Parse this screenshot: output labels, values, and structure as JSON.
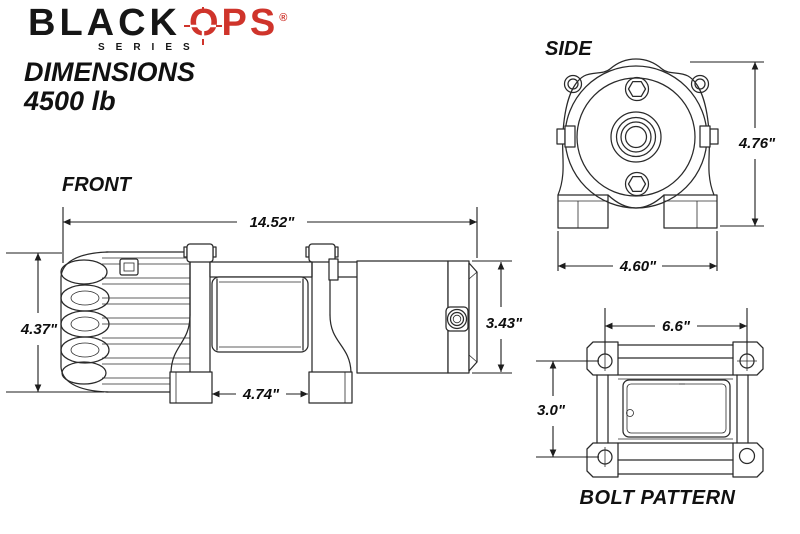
{
  "brand": {
    "black": "BLACK",
    "ops": "O",
    "ops_rest": "PS",
    "reg": "®",
    "series": "SERIES",
    "ops_color": "#cf342b"
  },
  "title": {
    "line1": "DIMENSIONS",
    "line2": "4500 lb"
  },
  "views": {
    "front": {
      "label": "FRONT",
      "dims": {
        "overall_width": "14.52\"",
        "overall_height": "4.37\"",
        "motor_height": "3.43\"",
        "drum_width": "4.74\""
      }
    },
    "side": {
      "label": "SIDE",
      "dims": {
        "height": "4.76\"",
        "width": "4.60\""
      }
    },
    "bolt": {
      "label": "BOLT PATTERN",
      "dims": {
        "width": "6.6\"",
        "height": "3.0\""
      }
    }
  },
  "colors": {
    "background": "#ffffff",
    "line": "#2a2a2a",
    "text": "#111111",
    "accent_red": "#cf342b"
  }
}
